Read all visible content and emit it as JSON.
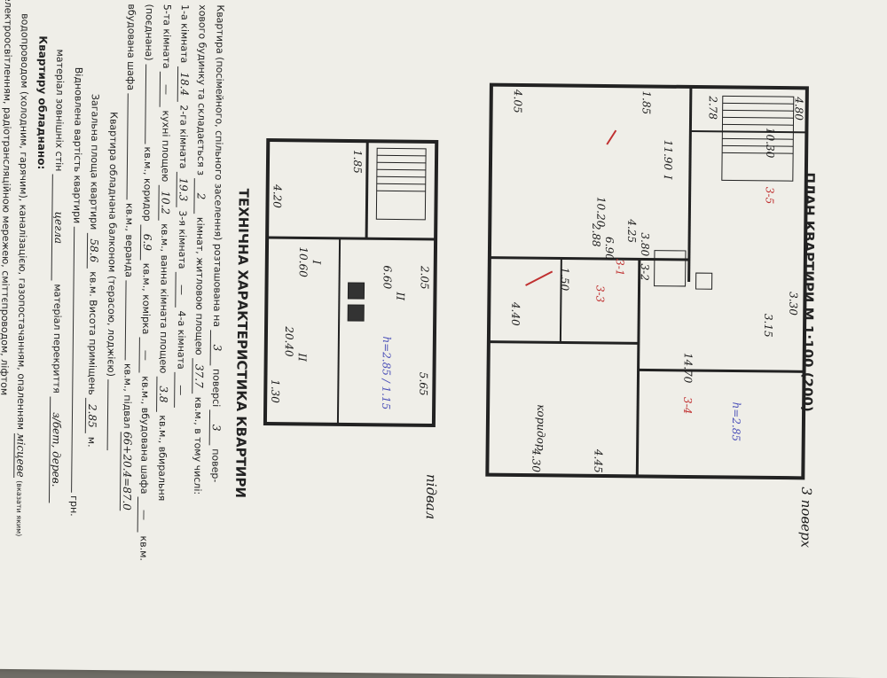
{
  "plan": {
    "title": "ПЛАН КВАРТИРИ М 1:100 (200)",
    "floor_note": "3 поверх",
    "upper": {
      "rooms": [
        {
          "area": "10.30",
          "num": "3-5"
        },
        {
          "area": "10.20",
          "num": "3-3"
        },
        {
          "area": "11.90",
          "num": "I"
        },
        {
          "area": "14.70",
          "num": "3-4"
        },
        {
          "area": "6.90",
          "num": "3-1"
        },
        {
          "area": "3.80",
          "num": "3-2"
        }
      ],
      "dims": [
        "4.45",
        "4.80",
        "2.78",
        "4.05",
        "4.40",
        "4.30",
        "3.30",
        "3.15",
        "1.50",
        "2.88",
        "1.85",
        "4.25"
      ],
      "height_note": "h=2.85",
      "corridor_label": "коридор"
    },
    "lower": {
      "rooms": [
        {
          "area": "20.40",
          "num": "II"
        },
        {
          "area": "6.60",
          "num": "II"
        },
        {
          "area": "10.60",
          "num": "I"
        }
      ],
      "dims": [
        "1.85",
        "2.05",
        "5.65",
        "1.30",
        "4.20"
      ],
      "height_note": "h=2.85 / 1.15"
    },
    "side_label": "підвал"
  },
  "form": {
    "heading": "ТЕХНІЧНА ХАРАКТЕРИСТИКА КВАРТИРИ",
    "l1a": "Квартира (посімейного, спільного заселення) розташована на",
    "floor": "3",
    "l1b": "поверсі",
    "floors_total": "3",
    "l1c": "повер-",
    "l2a": "хового будинку та складається з",
    "rooms_count": "2",
    "l2b": "кімнат, житловою площею",
    "living_area": "37.7",
    "l2c": "кв.м., в тому числі:",
    "r1": "1-а кімната",
    "r1v": "18.4",
    "r2": "2-га кімната",
    "r2v": "19.3",
    "r3": "3-я кімната",
    "r3v": "—",
    "r4": "4-а кімната",
    "r4v": "—",
    "r5": "5-та кімната",
    "r5v": "—",
    "kitchen": "кухні площею",
    "kitchen_v": "10.2",
    "bath": "кв.м., ванна кімната площею",
    "bath_v": "3.8",
    "wc": "кв.м., вбиральня",
    "comb": "(поєднана)",
    "unit1": "кв.м., коридор",
    "corridor_v": "6.9",
    "closet": "кв.м., комірка",
    "closet_v": "—",
    "built": "кв.м., вбудована шафа",
    "built_v": "—",
    "unit2": "кв.м.",
    "wardrobe": "вбудована шафа",
    "veranda": "кв.м., веранда",
    "cellar": "кв.м., підвал",
    "cellar_v": "66+20.4=87.0",
    "balcony": "Квартира обладнана балконом (терасою, лоджією)",
    "total": "Загальна площа квартири",
    "total_v": "58.6",
    "height": "кв.м. Висота приміщень",
    "height_v": "2.85",
    "m": "м.",
    "value": "Відновлена вартість квартири",
    "uah": "грн.",
    "walls": "матеріал зовнішніх стін",
    "walls_v": "цегла",
    "ceil": "матеріал перекриття",
    "ceil_v": "з/бет, дерев.",
    "equip": "Квартиру обладнано:",
    "utilities1": "водопроводом (холодним, гарячим), каналізацією, газопостачанням, опаленням",
    "utilities_v": "місцеве",
    "note": "(вказати яким)",
    "utilities2": "електроосвітленням, радіотрансляційною мережею, сміттєпроводом, ліфтом"
  }
}
